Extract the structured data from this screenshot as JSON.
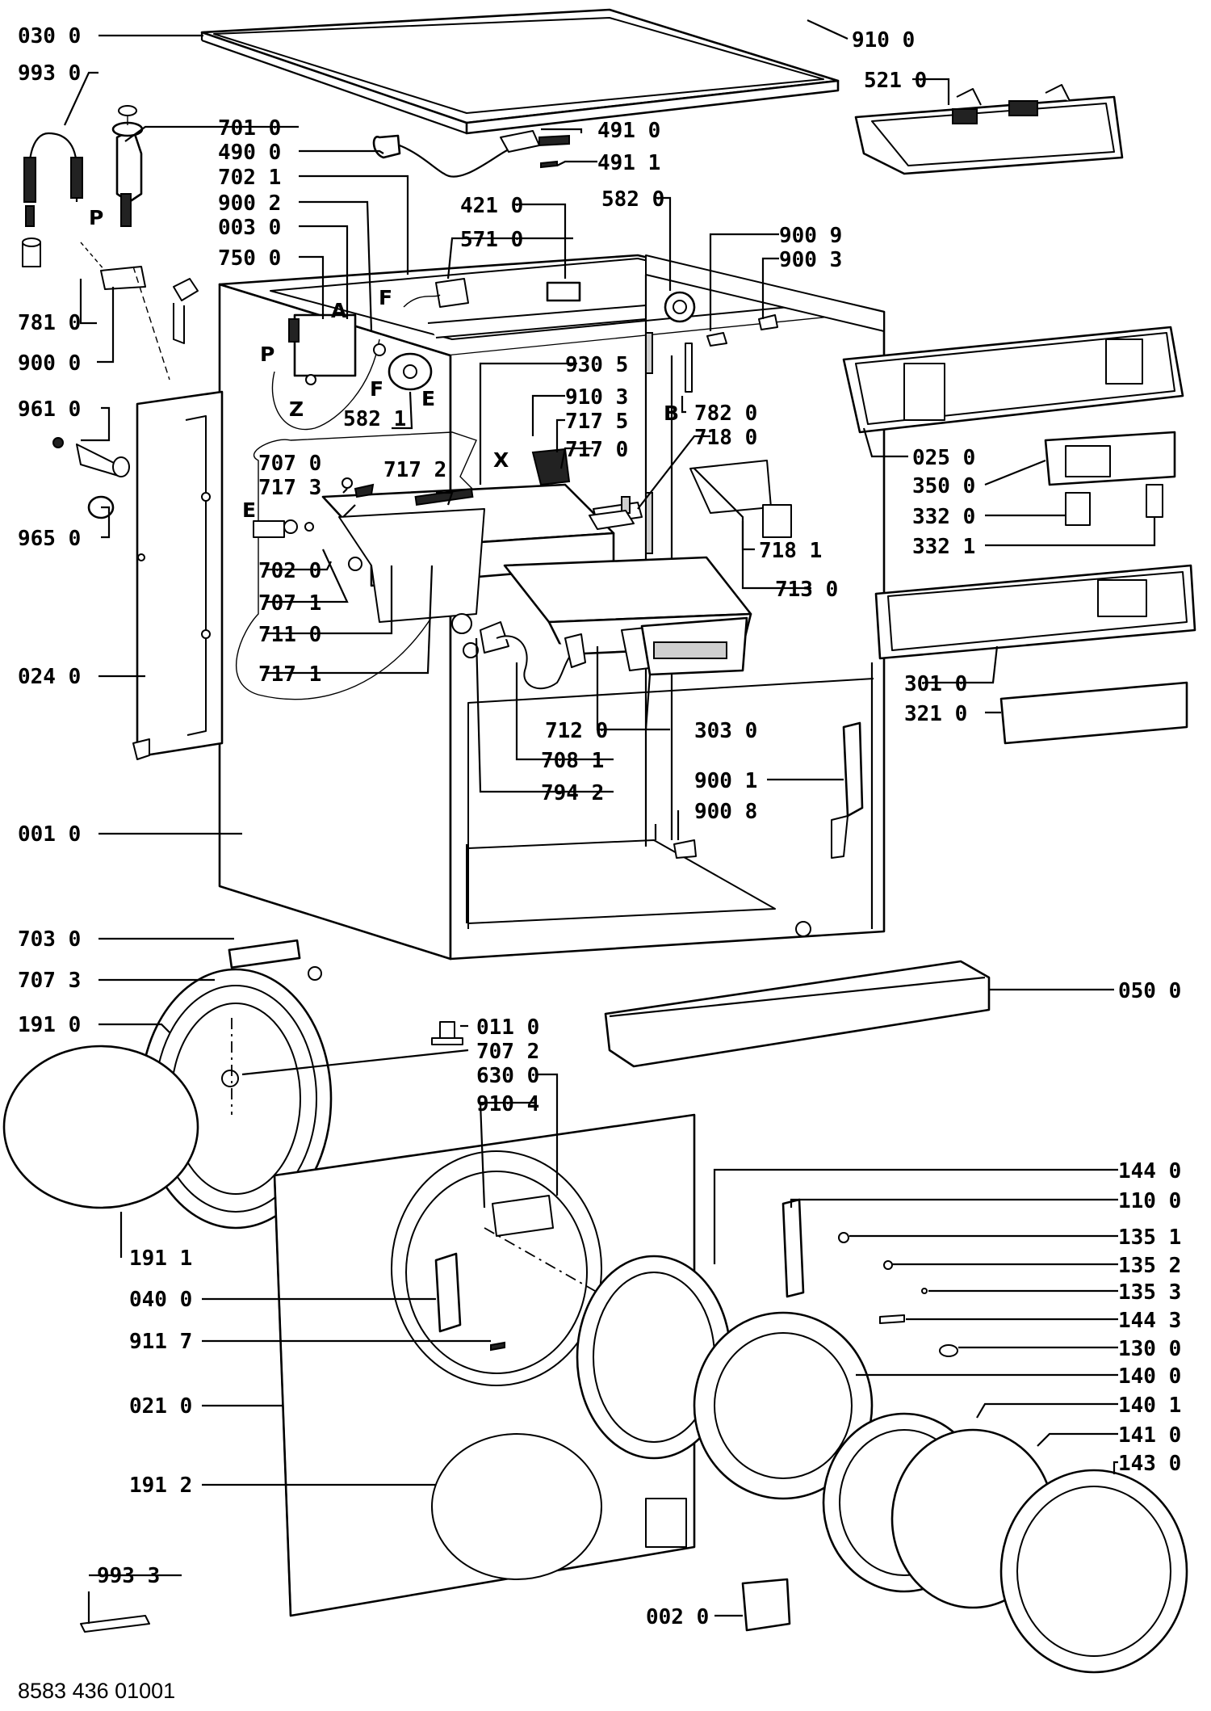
{
  "figure": {
    "reference": "8583 436 01001",
    "letters": [
      "P",
      "A",
      "P",
      "Z",
      "F",
      "F",
      "E",
      "E",
      "X",
      "B"
    ]
  },
  "callouts": [
    "030 0",
    "993 0",
    "701 0",
    "490 0",
    "702 1",
    "900 2",
    "003 0",
    "750 0",
    "781 0",
    "900 0",
    "961 0",
    "965 0",
    "024 0",
    "001 0",
    "703 0",
    "707 3",
    "191 0",
    "191 1",
    "040 0",
    "911 7",
    "021 0",
    "191 2",
    "993 3",
    "910 0",
    "521 0",
    "491 0",
    "491 1",
    "421 0",
    "582 0",
    "571 0",
    "900 9",
    "900 3",
    "582 1",
    "930 5",
    "910 3",
    "717 5",
    "717 0",
    "782 0",
    "718 0",
    "707 0",
    "717 3",
    "717 2",
    "702 0",
    "707 1",
    "711 0",
    "717 1",
    "025 0",
    "350 0",
    "332 0",
    "332 1",
    "718 1",
    "713 0",
    "301 0",
    "321 0",
    "712 0",
    "303 0",
    "708 1",
    "794 2",
    "900 1",
    "900 8",
    "050 0",
    "011 0",
    "707 2",
    "630 0",
    "910 4",
    "144 0",
    "110 0",
    "135 1",
    "135 2",
    "135 3",
    "144 3",
    "130 0",
    "140 0",
    "140 1",
    "141 0",
    "143 0",
    "002 0"
  ]
}
